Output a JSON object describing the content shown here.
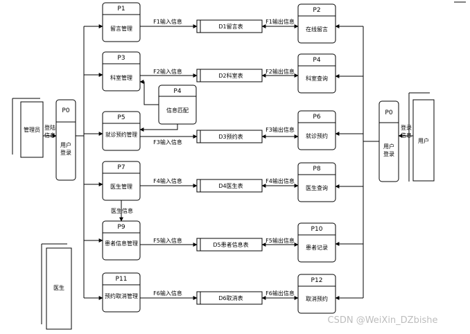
{
  "processes": {
    "p1": {
      "id": "P1",
      "name": "留言管理"
    },
    "p2": {
      "id": "P2",
      "name": "在线留言"
    },
    "p3": {
      "id": "P3",
      "name": "科室管理"
    },
    "p4a": {
      "id": "P4",
      "name": "科室查询"
    },
    "p4b": {
      "id": "P4",
      "name": "信息匹配"
    },
    "p5": {
      "id": "P5",
      "name": "就诊预约管理"
    },
    "p6": {
      "id": "P6",
      "name": "就诊预约"
    },
    "p7": {
      "id": "P7",
      "name": "医生管理"
    },
    "p8": {
      "id": "P8",
      "name": "医生查询"
    },
    "p9": {
      "id": "P9",
      "name": "患者信息管理"
    },
    "p10": {
      "id": "P10",
      "name": "患者记录"
    },
    "p11": {
      "id": "P11",
      "name": "预约取消管理"
    },
    "p12": {
      "id": "P12",
      "name": "取消预约"
    },
    "p0l": {
      "id": "P0",
      "name": "用户登录"
    },
    "p0r": {
      "id": "P0",
      "name": "用户登录"
    }
  },
  "stores": {
    "d1": "D1留言表",
    "d2": "D2科室表",
    "d3": "D3预约表",
    "d4": "D4医生表",
    "d5": "D5患者信息表",
    "d6": "D6取消表"
  },
  "flows": {
    "f1in": "F1输入信息",
    "f1out": "F1输出信息",
    "f2in": "F2输入信息",
    "f2out": "F2输出信息",
    "f3in": "F3输入信息",
    "f3out": "F3输出信息",
    "f4in": "F4输入信息",
    "f4out": "F4输出信息",
    "f5in": "F5输入信息",
    "f5out": "F5输出信息",
    "f6in": "F6输入信息",
    "f6out": "F6输出信息",
    "login_left": "登陆信息",
    "login_right": "登录信息",
    "doctor_info": "医生信息"
  },
  "entities": {
    "admin": "管理员",
    "user": "用户",
    "doctor": "医生"
  },
  "watermark": "CSDN @WeiXin_DZbishe"
}
